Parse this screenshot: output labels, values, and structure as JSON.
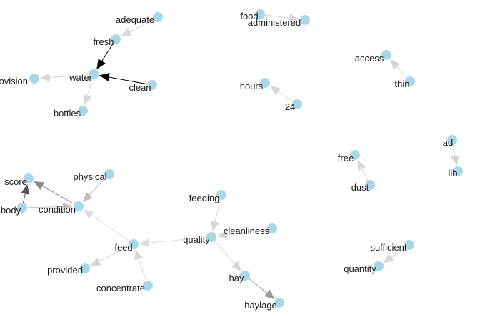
{
  "graph": {
    "node_color": "#a8d8e8",
    "nodes": [
      {
        "id": "adequate",
        "label": "adequate"
      },
      {
        "id": "fresh",
        "label": "fresh"
      },
      {
        "id": "water",
        "label": "water"
      },
      {
        "id": "provision",
        "label": "rovision"
      },
      {
        "id": "clean",
        "label": "clean"
      },
      {
        "id": "bottles",
        "label": "bottles"
      },
      {
        "id": "food",
        "label": "food"
      },
      {
        "id": "administered",
        "label": "administered"
      },
      {
        "id": "access",
        "label": "access"
      },
      {
        "id": "thin",
        "label": "thin"
      },
      {
        "id": "hours",
        "label": "hours"
      },
      {
        "id": "24",
        "label": "24"
      },
      {
        "id": "ad",
        "label": "ad"
      },
      {
        "id": "lib",
        "label": "lib"
      },
      {
        "id": "free",
        "label": "free"
      },
      {
        "id": "dust",
        "label": "dust"
      },
      {
        "id": "score",
        "label": "score"
      },
      {
        "id": "body",
        "label": "body"
      },
      {
        "id": "physical",
        "label": "physical"
      },
      {
        "id": "condition",
        "label": "condition"
      },
      {
        "id": "feeding",
        "label": "feeding"
      },
      {
        "id": "cleanliness",
        "label": "cleanliness"
      },
      {
        "id": "quality",
        "label": "quality"
      },
      {
        "id": "feed",
        "label": "feed"
      },
      {
        "id": "provided",
        "label": "provided"
      },
      {
        "id": "concentrate",
        "label": "concentrate"
      },
      {
        "id": "hay",
        "label": "hay"
      },
      {
        "id": "haylage",
        "label": "haylage"
      },
      {
        "id": "sufficient",
        "label": "sufficient"
      },
      {
        "id": "quantity",
        "label": "quantity"
      }
    ],
    "edges": [
      {
        "from": "adequate",
        "to": "fresh",
        "color": "#d6d6d6"
      },
      {
        "from": "fresh",
        "to": "water",
        "color": "#000000"
      },
      {
        "from": "clean",
        "to": "water",
        "color": "#000000"
      },
      {
        "from": "water",
        "to": "provision",
        "color": "#d6d6d6"
      },
      {
        "from": "water",
        "to": "bottles",
        "color": "#d6d6d6"
      },
      {
        "from": "food",
        "to": "administered",
        "color": "#d6d6d6"
      },
      {
        "from": "thin",
        "to": "access",
        "color": "#d6d6d6"
      },
      {
        "from": "24",
        "to": "hours",
        "color": "#d6d6d6"
      },
      {
        "from": "ad",
        "to": "lib",
        "color": "#d6d6d6"
      },
      {
        "from": "dust",
        "to": "free",
        "color": "#d6d6d6"
      },
      {
        "from": "body",
        "to": "score",
        "color": "#555555"
      },
      {
        "from": "condition",
        "to": "score",
        "color": "#8a8a8a"
      },
      {
        "from": "body",
        "to": "condition",
        "color": "#c4c4c4"
      },
      {
        "from": "physical",
        "to": "condition",
        "color": "#bdbdbd"
      },
      {
        "from": "feed",
        "to": "condition",
        "color": "#dcdcdc"
      },
      {
        "from": "quality",
        "to": "feed",
        "color": "#dcdcdc"
      },
      {
        "from": "feeding",
        "to": "quality",
        "color": "#d6d6d6"
      },
      {
        "from": "cleanliness",
        "to": "quality",
        "color": "#d6d6d6"
      },
      {
        "from": "quality",
        "to": "hay",
        "color": "#d6d6d6"
      },
      {
        "from": "hay",
        "to": "haylage",
        "color": "#9a9a9a"
      },
      {
        "from": "feed",
        "to": "provided",
        "color": "#d6d6d6"
      },
      {
        "from": "concentrate",
        "to": "feed",
        "color": "#d6d6d6"
      },
      {
        "from": "sufficient",
        "to": "quantity",
        "color": "#d6d6d6"
      }
    ]
  }
}
